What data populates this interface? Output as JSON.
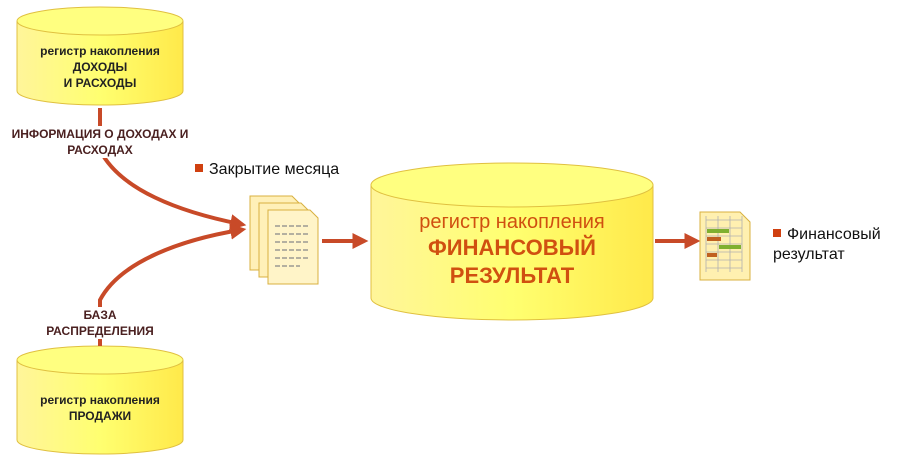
{
  "cylinders": {
    "income": {
      "line1": "регистр накопления",
      "line2": "ДОХОДЫ",
      "line3": "И РАСХОДЫ"
    },
    "sales": {
      "line1": "регистр накопления",
      "line2": "ПРОДАЖИ"
    },
    "financial": {
      "line1": "регистр накопления",
      "line2": "ФИНАНСОВЫЙ",
      "line3": "РЕЗУЛЬТАТ"
    }
  },
  "connectors": {
    "income_info": {
      "line1": "ИНФОРМАЦИЯ О ДОХОДАХ И",
      "line2": "РАСХОДАХ"
    },
    "distribution_base": {
      "line1": "БАЗА",
      "line2": "РАСПРЕДЕЛЕНИЯ"
    }
  },
  "bullets": {
    "month_close": "Закрытие месяца",
    "financial_result": {
      "line1": "Финансовый",
      "line2": "результат"
    }
  },
  "colors": {
    "cylinder_fill": "#ffff66",
    "cylinder_stroke": "#e0c040",
    "arrow": "#c84a28",
    "bullet": "#d04010",
    "financial_text": "#d05010"
  }
}
